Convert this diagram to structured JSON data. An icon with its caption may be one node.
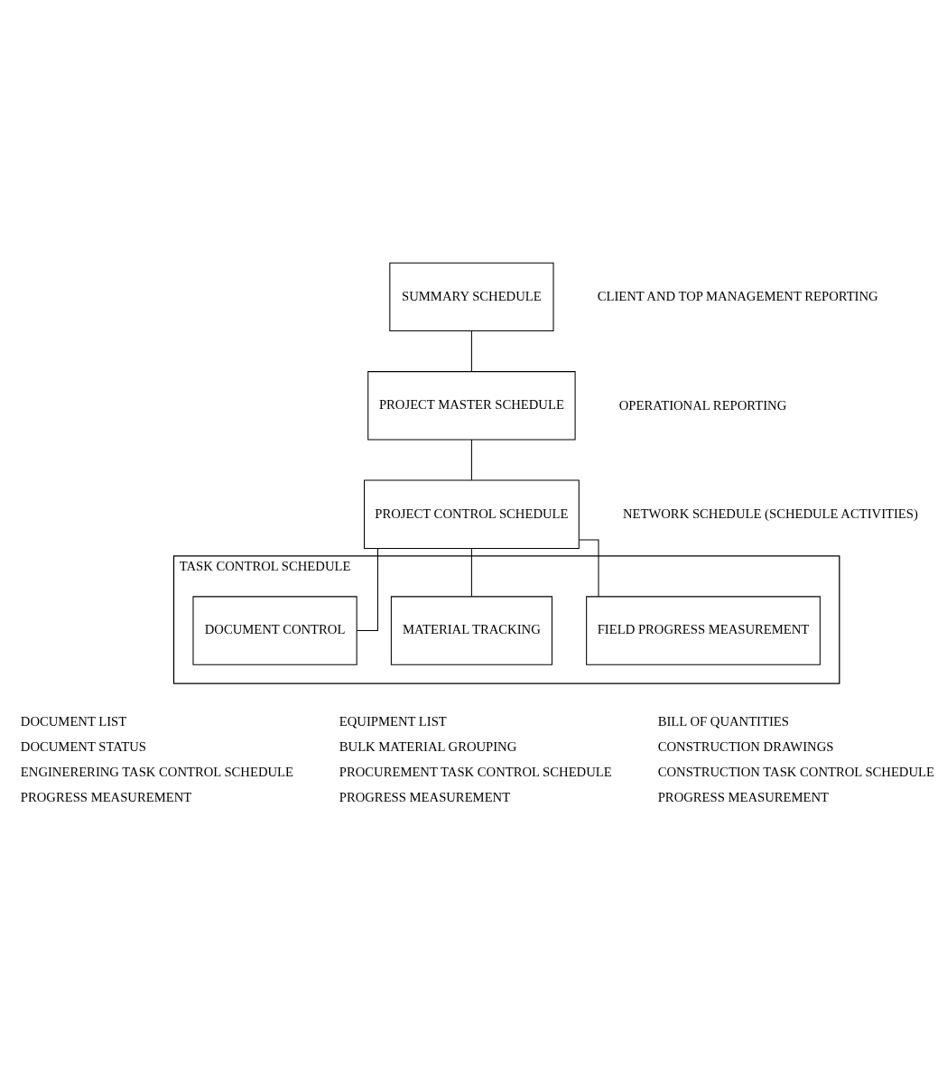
{
  "diagram": {
    "nodes": [
      {
        "text": [
          "SUMMARY SCHEDULE"
        ],
        "beside": [
          "CLIENT AND TOP MANAGEMENT REPORTING"
        ]
      },
      {
        "text": [
          "PROJECT MASTER SCHEDULE"
        ],
        "beside": [
          "OPERATIONAL REPORTING"
        ]
      },
      {
        "text": [
          "PROJECT CONTROL SCHEDULE"
        ],
        "beside": [
          "NETWORK SCHEDULE (SCHEDULE ACTIVITIES)"
        ]
      },
      {
        "text": [
          "TASK CONTROL SCHEDULE"
        ]
      },
      {
        "text": [
          "DOCUMENT CONTROL"
        ],
        "in": 3,
        "beside": [
          "DOCUMENT LIST",
          "DOCUMENT STATUS",
          "ENGINERERING TASK CONTROL SCHEDULE",
          "PROGRESS MEASUREMENT"
        ]
      },
      {
        "text": [
          "MATERIAL TRACKING"
        ],
        "in": 3,
        "beside": [
          "EQUIPMENT LIST",
          "BULK MATERIAL GROUPING",
          "PROCUREMENT TASK CONTROL SCHEDULE",
          "PROGRESS MEASUREMENT"
        ]
      },
      {
        "text": [
          "FIELD PROGRESS MEASUREMENT"
        ],
        "in": 3,
        "beside": [
          "BILL OF QUANTITIES",
          "CONSTRUCTION DRAWINGS",
          "CONSTRUCTION TASK CONTROL SCHEDULE",
          "PROGRESS MEASUREMENT"
        ]
      }
    ],
    "edges": [
      {
        "from": 0,
        "to": 1,
        "arrow": "none"
      },
      {
        "from": 1,
        "to": 2,
        "arrow": "none"
      },
      {
        "from": 2,
        "to": 4,
        "arrow": "none"
      },
      {
        "from": 2,
        "to": 5,
        "arrow": "none"
      },
      {
        "from": 2,
        "to": 6,
        "arrow": "none"
      }
    ]
  }
}
